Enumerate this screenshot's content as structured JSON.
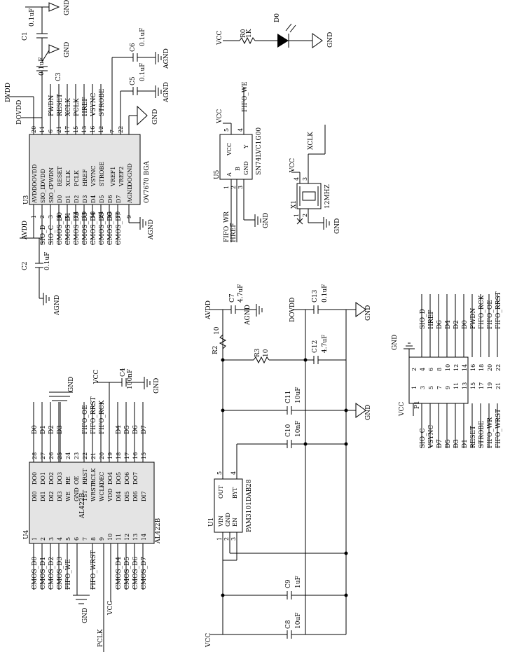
{
  "ic_ov7670": {
    "ref": "U3",
    "name": "OV7670 BGA",
    "top_pin_nums": [
      "20",
      "11",
      "6",
      "21",
      "17",
      "15",
      "13",
      "16",
      "12",
      "7",
      "22"
    ],
    "top_pin_names": [
      "DOVDD",
      "DVDD",
      "PWDN",
      "RESET",
      "XCLK",
      "PCLK",
      "HREF",
      "VSYNC",
      "STROBE",
      "VREF1",
      "VREF2",
      "DOGND"
    ],
    "top_nets": [
      "DOVDD",
      "DVDD",
      "PWDN",
      "RESET",
      "XCLK",
      "PCLK",
      "HREF",
      "VSYNC",
      "STROBE"
    ],
    "bot_pin_nums": [
      "1",
      "2",
      "3",
      "4",
      "5",
      "14",
      "19",
      "18",
      "24",
      "23",
      "10",
      "9",
      "8"
    ],
    "bot_pin_names": [
      "AVDD",
      "SIO_D",
      "SIO_C",
      "D0",
      "D1",
      "D2",
      "D3",
      "D4",
      "D5",
      "D6",
      "D7",
      "AGND"
    ],
    "bot_nets": [
      "AVDD",
      "SIO_D",
      "SIO_C",
      "CMOS_D0",
      "CMOS_D1",
      "CMOS_D2",
      "CMOS_D3",
      "CMOS_D4",
      "CMOS_D5",
      "CMOS_D6",
      "CMOS_D7"
    ]
  },
  "caps_top": [
    {
      "ref": "C1",
      "value": "0.1uF"
    },
    {
      "ref": "C3",
      "value": "0.1uF"
    },
    {
      "ref": "C6",
      "value": "0.1uF"
    },
    {
      "ref": "C5",
      "value": "0.1uF"
    },
    {
      "ref": "C2",
      "value": "0.1uF"
    }
  ],
  "ic_al422b": {
    "ref": "U4",
    "name": "AL422B",
    "left_pin_nums": [
      "1",
      "2",
      "3",
      "4",
      "5",
      "6",
      "7",
      "8",
      "9",
      "10",
      "11",
      "12",
      "13",
      "14"
    ],
    "left_pin_names": [
      "DI0",
      "DI1",
      "DI2",
      "DI3",
      "WE",
      "GND",
      "TST",
      "WRST",
      "WCLK",
      "VDD",
      "DI4",
      "DI5",
      "DI6",
      "DI7"
    ],
    "left_nets": [
      "CMOS_D0",
      "CMOS_D1",
      "CMOS_D2",
      "CMOS_D3",
      "FIFO_WE",
      "",
      "",
      "FIFO_WRST",
      "",
      "",
      "CMOS_D4",
      "CMOS_D5",
      "CMOS_D6",
      "CMOS_D7"
    ],
    "right_pin_nums": [
      "28",
      "27",
      "26",
      "25",
      "24",
      "23",
      "22",
      "21",
      "20",
      "19",
      "18",
      "17",
      "16",
      "15"
    ],
    "right_pin_names": [
      "DO0",
      "DO1",
      "DO2",
      "DO3",
      "RE",
      "OE",
      "RRST",
      "RCLK",
      "DEC",
      "DO4",
      "DO5",
      "DO6",
      "DO7"
    ],
    "right_nets": [
      "D0",
      "D1",
      "D2",
      "D3",
      "",
      "",
      "FIFO_OE",
      "FIFO_RRST",
      "FIFO_RCK",
      "",
      "D4",
      "D5",
      "D6",
      "D7"
    ],
    "pclk": "PCLK",
    "c4": {
      "ref": "C4",
      "value": "100nF"
    }
  },
  "led": {
    "r_ref": "R0",
    "r_value": "1K",
    "d_ref": "D0"
  },
  "u5": {
    "ref": "U5",
    "name": "SN74LVC1G00",
    "pin_nums": [
      "5",
      "4",
      "1",
      "2",
      "3"
    ],
    "pin_names": [
      "VCC",
      "Y",
      "A",
      "B",
      "GND"
    ],
    "nets": [
      "FIFO_WE",
      "FIFO_WR",
      "HREF"
    ]
  },
  "x1": {
    "ref": "X1",
    "value": "12MHZ",
    "net": "XCLK",
    "pins": [
      "4",
      "3",
      "1",
      "2"
    ]
  },
  "power": {
    "c7": {
      "ref": "C7",
      "value": "4.7uF"
    },
    "c13": {
      "ref": "C13",
      "value": "0.1uF"
    },
    "c12": {
      "ref": "C12",
      "value": "4.7uF"
    },
    "r2": {
      "ref": "R2",
      "value": "10"
    },
    "r3": {
      "ref": "R3",
      "value": "10"
    },
    "c11": {
      "ref": "C11",
      "value": "10uF"
    },
    "c10": {
      "ref": "C10",
      "value": "10nF"
    },
    "c9": {
      "ref": "C9",
      "value": "1uF"
    },
    "c8": {
      "ref": "C8",
      "value": "10uF"
    },
    "u1": {
      "ref": "U1",
      "name": "PAM3101DAB28",
      "pins": [
        "VIN",
        "GND",
        "EN",
        "OUT",
        "BYT"
      ],
      "nums": [
        "1",
        "2",
        "3",
        "5",
        "4"
      ]
    }
  },
  "p1": {
    "ref": "P1",
    "left_nums": [
      "1",
      "3",
      "5",
      "7",
      "9",
      "11",
      "13",
      "15",
      "17",
      "19",
      "21"
    ],
    "right_nums": [
      "2",
      "4",
      "6",
      "8",
      "10",
      "12",
      "14",
      "16",
      "18",
      "20",
      "22"
    ],
    "left_nets": [
      "VCC",
      "SIO_C",
      "VSYNC",
      "D7",
      "D5",
      "D3",
      "D1",
      "RESET",
      "STROBE",
      "FIFO_WR",
      "FIFO_WRST"
    ],
    "right_nets": [
      "GND",
      "SIO_D",
      "HREF",
      "D6",
      "D4",
      "D2",
      "D0",
      "PWDN",
      "FIFO_RCK",
      "FIFO_OE",
      "FIFO_RRST"
    ]
  },
  "rails": {
    "gnd": "GND",
    "agnd": "AGND",
    "vcc": "VCC",
    "avdd": "AVDD",
    "dovdd": "DOVDD",
    "dvdd": "DVDD"
  }
}
